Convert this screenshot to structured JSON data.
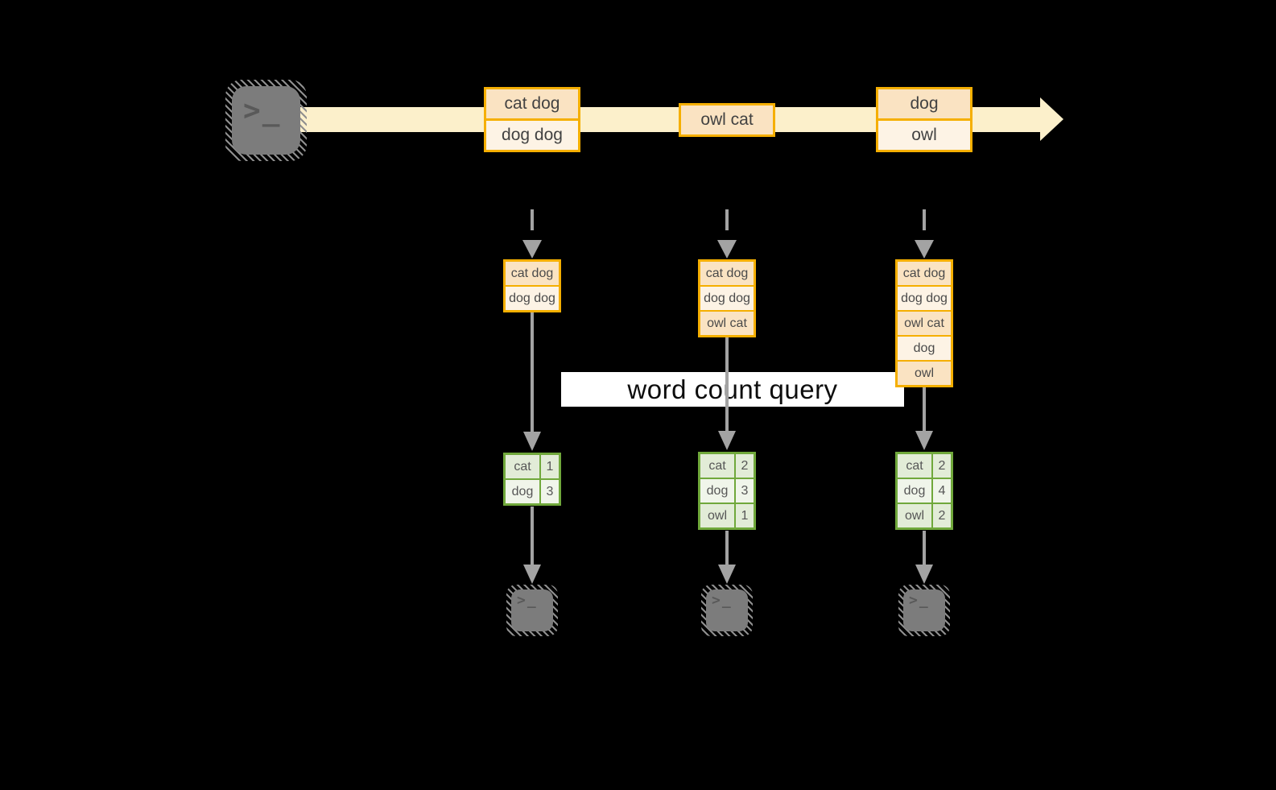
{
  "diagram": {
    "query_label": "word count query",
    "stream_events": [
      {
        "rows": [
          "cat dog",
          "dog dog"
        ]
      },
      {
        "rows": [
          "owl cat"
        ]
      },
      {
        "rows": [
          "dog",
          "owl"
        ]
      }
    ],
    "pipelines": [
      {
        "batch": [
          "cat dog",
          "dog dog"
        ],
        "counts": [
          {
            "word": "cat",
            "count": "1"
          },
          {
            "word": "dog",
            "count": "3"
          }
        ]
      },
      {
        "batch": [
          "cat dog",
          "dog dog",
          "owl cat"
        ],
        "counts": [
          {
            "word": "cat",
            "count": "2"
          },
          {
            "word": "dog",
            "count": "3"
          },
          {
            "word": "owl",
            "count": "1"
          }
        ]
      },
      {
        "batch": [
          "cat dog",
          "dog dog",
          "owl cat",
          "dog",
          "owl"
        ],
        "counts": [
          {
            "word": "cat",
            "count": "2"
          },
          {
            "word": "dog",
            "count": "4"
          },
          {
            "word": "owl",
            "count": "2"
          }
        ]
      }
    ],
    "icons": {
      "source": "terminal-icon",
      "sink": "terminal-icon",
      "prompt_chevron": ">",
      "prompt_underscore": "_"
    },
    "colors": {
      "background": "#000000",
      "stream_band": "#fcf0cb",
      "event_border": "#f5af00",
      "event_fill_dark": "#fae3c2",
      "event_fill_light": "#fdf3e5",
      "table_border": "#70a83b",
      "table_fill_dark": "#e2ecd7",
      "table_fill_light": "#f0f5ea",
      "arrow_gray": "#a3a3a3",
      "terminal_gray": "#7c7c7c",
      "query_band_bg": "#ffffff"
    }
  }
}
